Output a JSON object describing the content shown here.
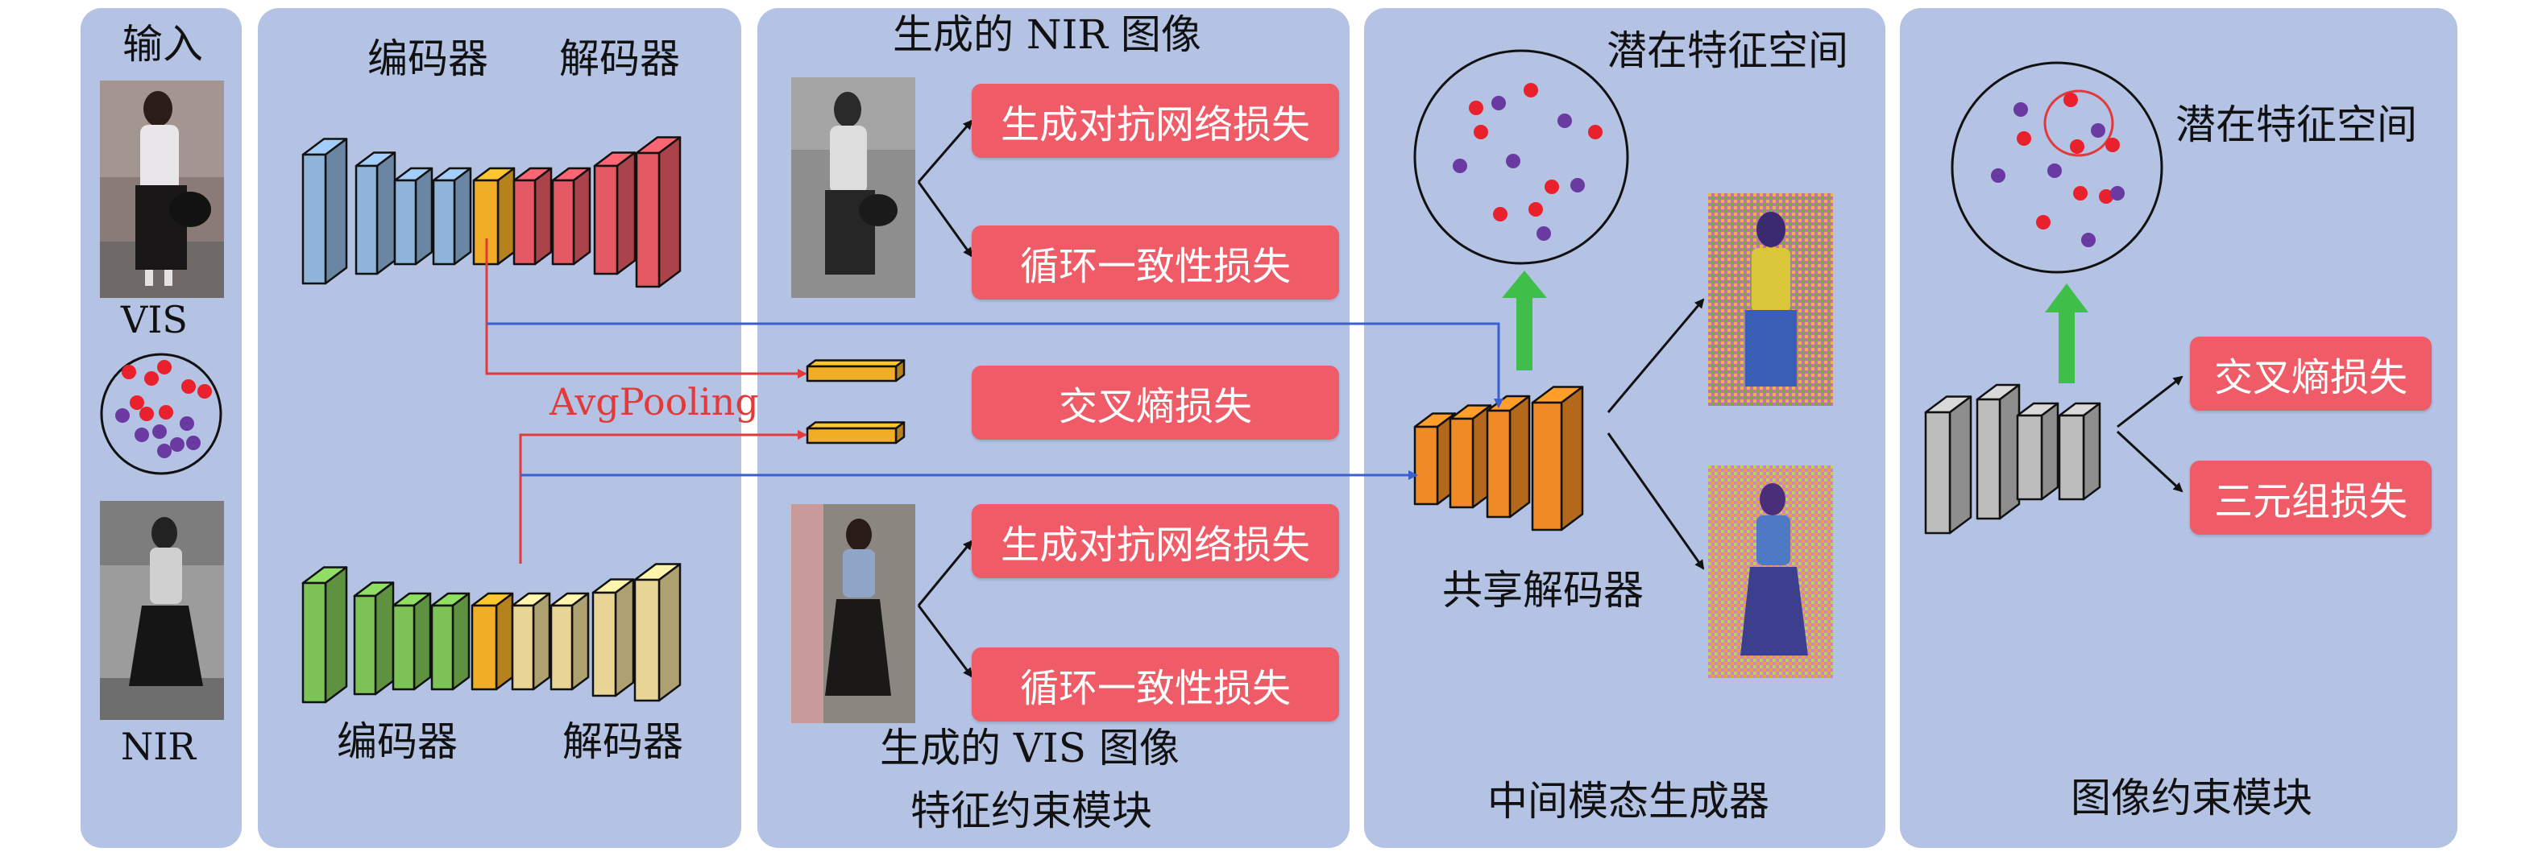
{
  "panels": {
    "input": {
      "title": "输入",
      "vis_label": "VIS",
      "nir_label": "NIR"
    },
    "generator": {
      "encoder_top": "编码器",
      "decoder_top": "解码器",
      "encoder_bottom": "编码器",
      "decoder_bottom": "解码器",
      "pooling_label": "AvgPooling"
    },
    "feature_constraint": {
      "generated_nir": "生成的 NIR 图像",
      "generated_vis": "生成的 VIS 图像",
      "title": "特征约束模块",
      "losses": {
        "adv_top": "生成对抗网络损失",
        "cycle_top": "循环一致性损失",
        "cross_entropy": "交叉熵损失",
        "adv_bottom": "生成对抗网络损失",
        "cycle_bottom": "循环一致性损失"
      }
    },
    "intermediate": {
      "latent_space": "潜在特征空间",
      "shared_decoder": "共享解码器",
      "title": "中间模态生成器"
    },
    "image_constraint": {
      "latent_space": "潜在特征空间",
      "title": "图像约束模块",
      "losses": {
        "cross_entropy": "交叉熵损失",
        "triplet": "三元组损失"
      }
    }
  },
  "colors": {
    "panel_bg": "#b4c2e4",
    "loss_box": "#ef5b66",
    "encoder_blue": "#8fb3d9",
    "decoder_red": "#e45964",
    "encoder_green": "#7dc257",
    "decoder_tan": "#e8d596",
    "bottleneck_orange": "#f1ad26",
    "shared_decoder_orange": "#f08a24",
    "cnn_gray": "#bdbdbd",
    "dot_red": "#e8212c",
    "dot_purple": "#6a3aa2",
    "arrow_green": "#3fbf4a",
    "line_red": "#e23a3a",
    "line_blue": "#3c5fcf"
  }
}
